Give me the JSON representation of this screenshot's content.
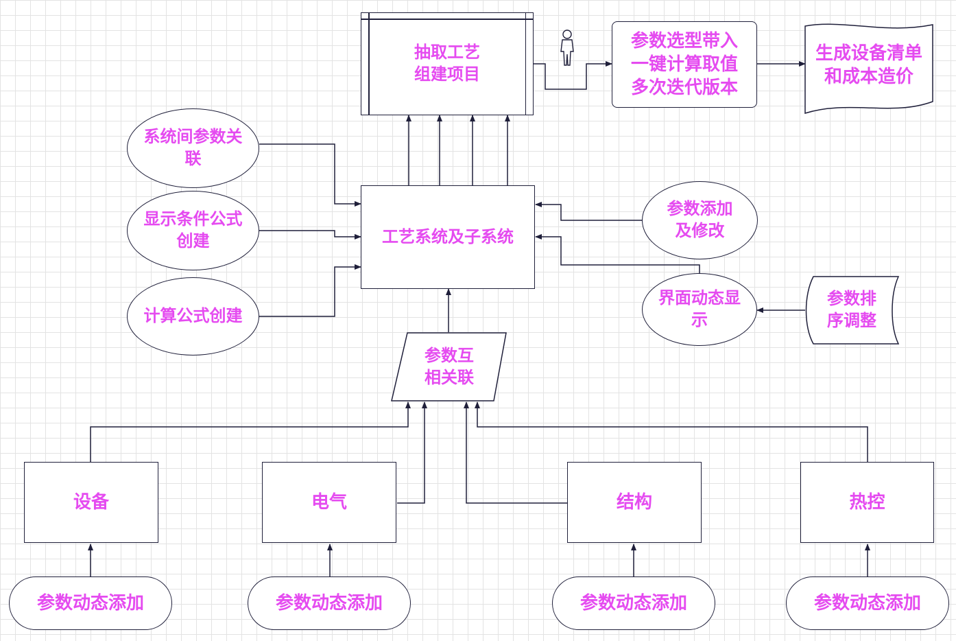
{
  "nodes": {
    "extract_process": "抽取工艺\n组建项目",
    "param_select": "参数选型带入\n一键计算取值\n多次迭代版本",
    "generate_list": "生成设备清单\n和成本造价",
    "sys_param_link": "系统间参数关\n联",
    "display_formula": "显示条件公式\n创建",
    "calc_formula": "计算公式创建",
    "process_system": "工艺系统及子系统",
    "param_add_modify": "参数添加\n及修改",
    "ui_dynamic": "界面动态显\n示",
    "param_sort": "参数排\n序调整",
    "param_correlate": "参数互\n相关联",
    "equipment": "设备",
    "electrical": "电气",
    "structure": "结构",
    "thermal_control": "热控",
    "dyn_add_1": "参数动态添加",
    "dyn_add_2": "参数动态添加",
    "dyn_add_3": "参数动态添加",
    "dyn_add_4": "参数动态添加"
  },
  "icons": {
    "actor": "person-icon"
  },
  "colors": {
    "text": "#e54bf0",
    "stroke": "#1f1f3a",
    "grid": "#e3e3e3"
  }
}
